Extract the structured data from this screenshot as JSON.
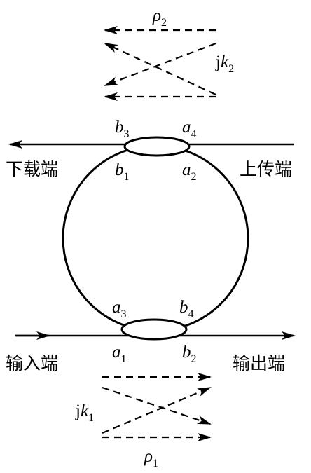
{
  "ports": {
    "drop": "下载端",
    "add": "上传端",
    "input": "输入端",
    "output": "输出端"
  },
  "fields": {
    "b3": {
      "base": "b",
      "sub": "3"
    },
    "a4": {
      "base": "a",
      "sub": "4"
    },
    "b1": {
      "base": "b",
      "sub": "1"
    },
    "a2": {
      "base": "a",
      "sub": "2"
    },
    "a3": {
      "base": "a",
      "sub": "3"
    },
    "b4": {
      "base": "b",
      "sub": "4"
    },
    "a1": {
      "base": "a",
      "sub": "1"
    },
    "b2": {
      "base": "b",
      "sub": "2"
    }
  },
  "coupling": {
    "top_rho": {
      "base": "ρ",
      "sub": "2"
    },
    "top_k": {
      "prefix": "j",
      "base": "k",
      "sub": "2"
    },
    "bottom_rho": {
      "base": "ρ",
      "sub": "1"
    },
    "bottom_k": {
      "prefix": "j",
      "base": "k",
      "sub": "1"
    }
  }
}
